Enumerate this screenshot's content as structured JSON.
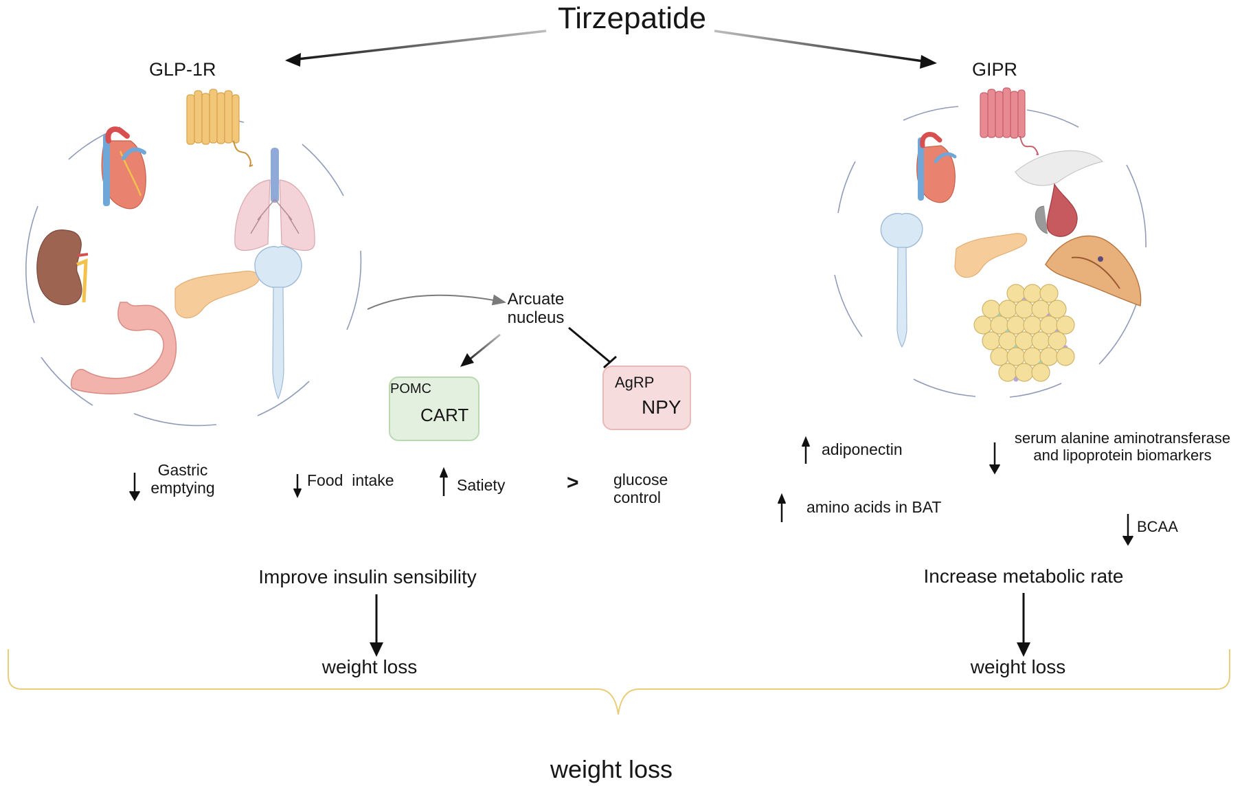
{
  "title": "Tirzepatide",
  "left": {
    "receptor": "GLP-1R",
    "hub": "Arcuate nucleus",
    "pomc_box": {
      "small": "POMC",
      "big": "CART"
    },
    "agrp_box": {
      "small": "AgRP",
      "big": "NPY"
    },
    "effects": [
      {
        "arrow": "down",
        "text": "Gastric\nemptying"
      },
      {
        "arrow": "down",
        "text": "Food  intake"
      },
      {
        "arrow": "up",
        "text": "Satiety"
      },
      {
        "arrow": "greater",
        "text": "glucose\ncontrol"
      }
    ],
    "outcome": "Improve insulin sensibility",
    "result": "weight loss"
  },
  "right": {
    "receptor": "GIPR",
    "effects": [
      {
        "arrow": "up",
        "text": "adiponectin"
      },
      {
        "arrow": "down",
        "text": "serum alanine aminotransferase\nand lipoprotein biomarkers"
      },
      {
        "arrow": "up",
        "text": "amino acids in BAT"
      },
      {
        "arrow": "down",
        "text": "BCAA"
      }
    ],
    "outcome": "Increase metabolic rate",
    "result": "weight loss"
  },
  "final": "weight loss",
  "colors": {
    "receptor_glp1": "#f2c77a",
    "receptor_gip": "#e88a92",
    "pomc_fill": "#e3f0df",
    "pomc_border": "#b9d9b1",
    "agrp_fill": "#f6dcdc",
    "agrp_border": "#e9b8b8",
    "brace": "#e8cd7a",
    "circle": "#8f9bb8"
  }
}
